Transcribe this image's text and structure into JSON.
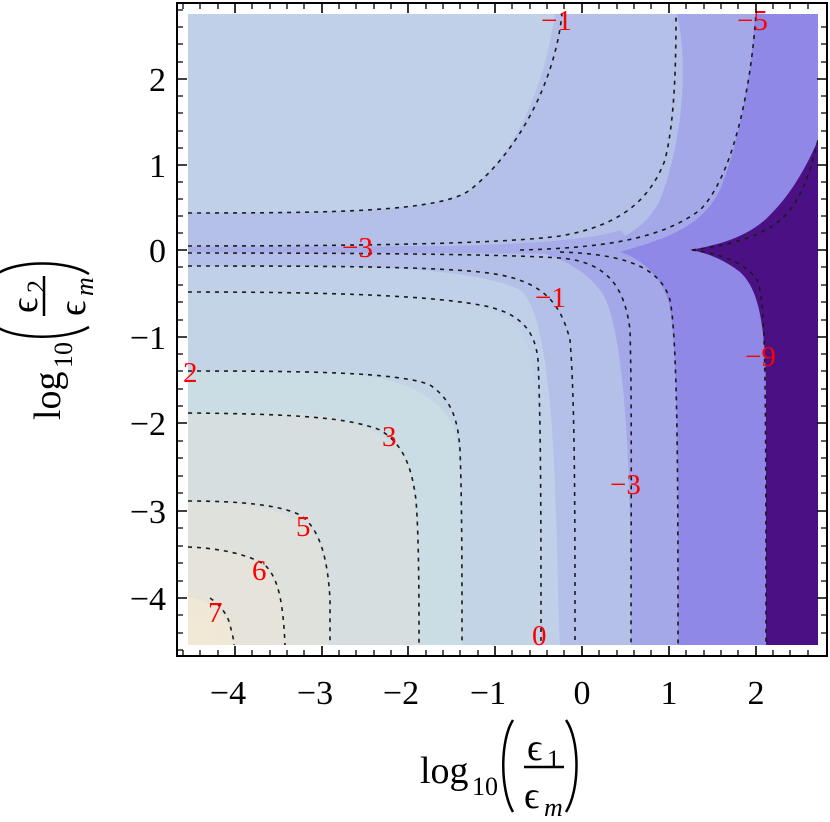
{
  "chart_data": {
    "type": "contour",
    "title": "",
    "xlabel": "log10(ε1/εm)",
    "ylabel": "log10(ε2/εm)",
    "xlabel_parts": {
      "func": "log",
      "sub": "10",
      "num": "ϵ",
      "num_sub": "1",
      "den": "ϵ",
      "den_sub": "m"
    },
    "ylabel_parts": {
      "func": "log",
      "sub": "10",
      "num": "ϵ",
      "num_sub": "2",
      "den": "ϵ",
      "den_sub": "m"
    },
    "xlim": [
      -4.6,
      2.7
    ],
    "ylim": [
      -4.6,
      2.7
    ],
    "x_ticks": [
      -4,
      -3,
      -2,
      -1,
      0,
      1,
      2
    ],
    "y_ticks": [
      2,
      1,
      0,
      -1,
      -2,
      -3,
      -4
    ],
    "x_tick_labels": [
      "−4",
      "−3",
      "−2",
      "−1",
      "0",
      "1",
      "2"
    ],
    "y_tick_labels": [
      "2",
      "1",
      "0",
      "−1",
      "−2",
      "−3",
      "−4"
    ],
    "contour_levels": [
      7,
      6,
      5,
      3,
      2,
      0,
      -1,
      -3,
      -5,
      -9
    ],
    "contour_labels": [
      {
        "text": "−1",
        "x": 0.0,
        "y": 2.65
      },
      {
        "text": "−5",
        "x": 1.9,
        "y": 2.65
      },
      {
        "text": "−3",
        "x": -2.5,
        "y": 0.0
      },
      {
        "text": "−1",
        "x": -0.2,
        "y": -0.55
      },
      {
        "text": "2",
        "x": -4.6,
        "y": -1.4
      },
      {
        "text": "−9",
        "x": 2.1,
        "y": -1.25
      },
      {
        "text": "3",
        "x": -2.3,
        "y": -2.15
      },
      {
        "text": "−3",
        "x": 0.6,
        "y": -2.75
      },
      {
        "text": "5",
        "x": -3.3,
        "y": -3.25
      },
      {
        "text": "6",
        "x": -3.8,
        "y": -3.75
      },
      {
        "text": "7",
        "x": -4.3,
        "y": -4.2
      },
      {
        "text": "0",
        "x": -0.5,
        "y": -4.5
      }
    ],
    "colors": {
      "region_high": "#f0e8d8",
      "region_6": "#e8e6dc",
      "region_5": "#dde1de",
      "region_3": "#d6dee0",
      "region_2": "#cadde6",
      "region_0": "#c2d2e8",
      "region_m1": "#b4c0e8",
      "region_m3": "#a4a8e8",
      "region_m5": "#8f88e6",
      "region_m9": "#4b1184",
      "contour_line": "#000000",
      "label": "#ff0000"
    },
    "grid": false,
    "legend": null
  }
}
